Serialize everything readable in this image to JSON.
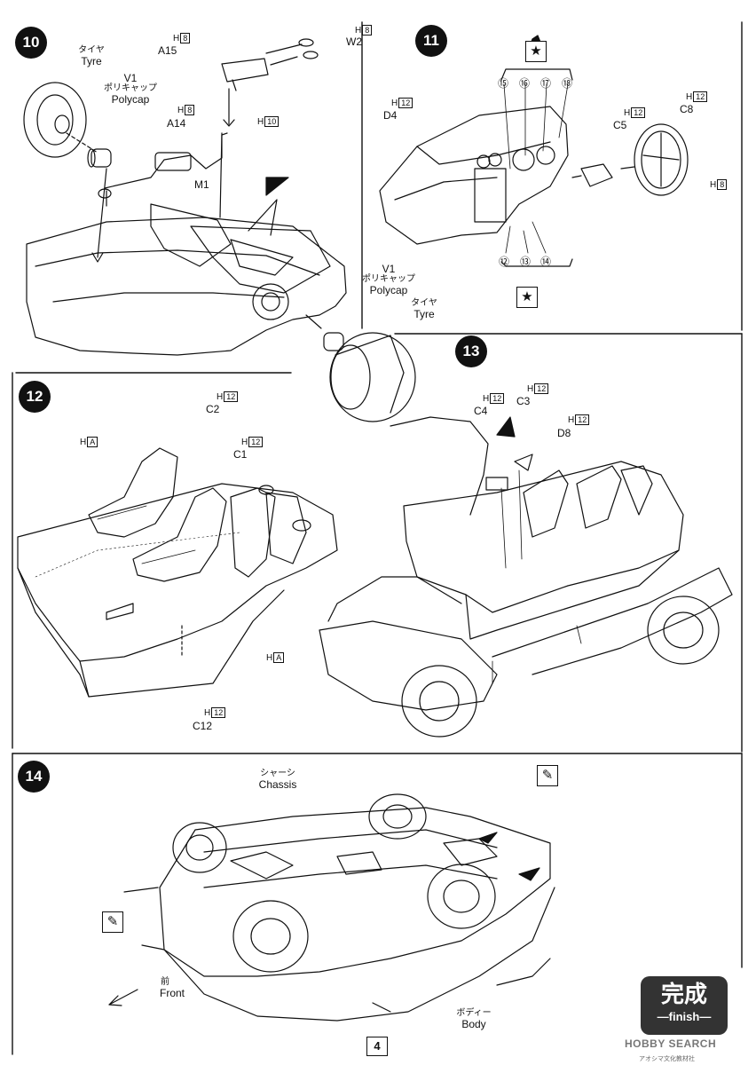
{
  "steps": {
    "s10": {
      "number": "10"
    },
    "s11": {
      "number": "11"
    },
    "s12": {
      "number": "12"
    },
    "s13": {
      "number": "13"
    },
    "s14": {
      "number": "14"
    }
  },
  "runner_letters": {
    "H": "H",
    "box8": "8",
    "box10": "10",
    "box12": "12",
    "boxA": "A"
  },
  "labels": {
    "s10": {
      "a15": "A15",
      "w2": "W2",
      "tyre_jp": "タイヤ",
      "tyre_en": "Tyre",
      "v1": "V1",
      "polycap_jp": "ポリキャップ",
      "polycap_en": "Polycap",
      "a14": "A14",
      "m1": "M1",
      "v1b": "V1",
      "polycap_jp_b": "ポリキャップ",
      "polycap_en_b": "Polycap",
      "tyre_jp_b": "タイヤ",
      "tyre_en_b": "Tyre"
    },
    "s11": {
      "d4": "D4",
      "c5": "C5",
      "c8": "C8",
      "n15": "⑮",
      "n16": "⑯",
      "n17": "⑰",
      "n18": "⑱",
      "n12": "⑫",
      "n13": "⑬",
      "n14": "⑭"
    },
    "s12": {
      "c2": "C2",
      "c1": "C1",
      "c12": "C12"
    },
    "s13": {
      "c4": "C4",
      "c3": "C3",
      "d8": "D8"
    },
    "s14": {
      "chassis_jp": "シャーシ",
      "chassis_en": "Chassis",
      "front_jp": "前",
      "front_en": "Front",
      "body_jp": "ボディー",
      "body_en": "Body"
    }
  },
  "finish_badge": {
    "jp": "完成",
    "en": "—finish—"
  },
  "page_number": "4",
  "watermark": "HOBBY SEARCH",
  "copyright": "アオシマ文化教材社"
}
